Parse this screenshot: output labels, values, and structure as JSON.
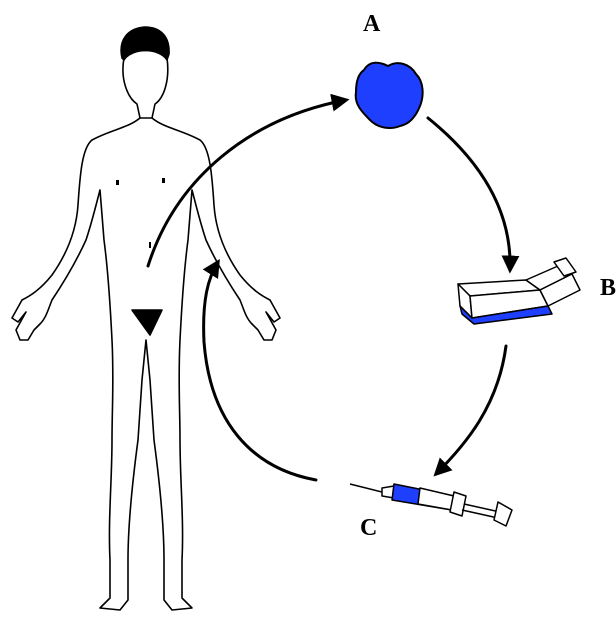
{
  "labels": {
    "a": "A",
    "b": "B",
    "c": "C"
  },
  "colors": {
    "line": "#000000",
    "accent_blue": "#1f3fff",
    "background": "#ffffff"
  },
  "icons": {
    "figure": "human-body-outline",
    "a": "blue-blob",
    "b": "culture-flask",
    "c": "syringe"
  }
}
